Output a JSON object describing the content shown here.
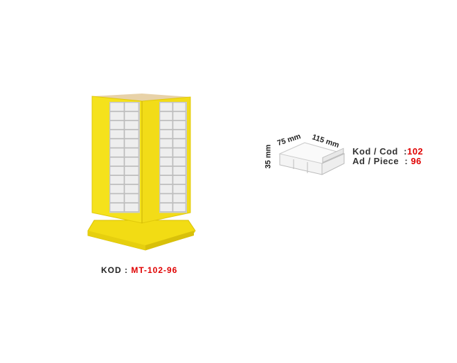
{
  "product": {
    "code_label": "KOD :",
    "code_value": "MT-102-96"
  },
  "drawer_spec": {
    "width": "75 mm",
    "depth": "115 mm",
    "height": "35 mm",
    "code_label": "Kod / Cod",
    "code_value": "102",
    "piece_label": "Ad / Piece",
    "piece_value": "96"
  },
  "colors": {
    "cabinet": "#f5e21c",
    "accent": "#e00000"
  }
}
